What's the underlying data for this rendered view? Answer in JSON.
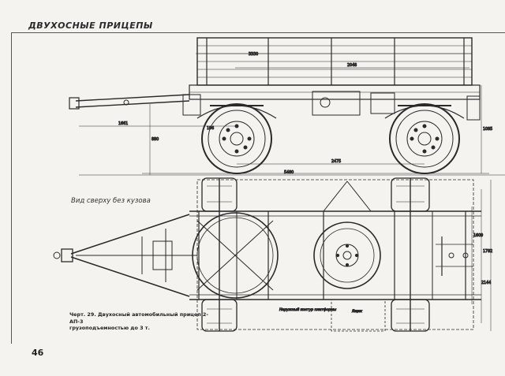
{
  "header": {
    "title": "ДВУХОСНЫЕ ПРИЦЕПЫ"
  },
  "page": {
    "number": "46"
  },
  "drawing": {
    "view_label": "Вид сверху без кузова",
    "caption_line1": "Черт. 29. Двухосный автомобильный прицеп 2-АП-3",
    "caption_line2": "грузоподъемностью до 3 т.",
    "dimensions": {
      "d_3330": "3330",
      "d_2048": "2048",
      "d_1661": "1661",
      "d_880": "880",
      "d_2475": "2475",
      "d_5480": "5480",
      "d_1095": "1095",
      "d_1609": "1609",
      "d_1782": "1782",
      "d_2144": "2144",
      "d_196": "196"
    },
    "notes": {
      "platform": "Наружный контур платформы",
      "box": "Ящик"
    }
  }
}
